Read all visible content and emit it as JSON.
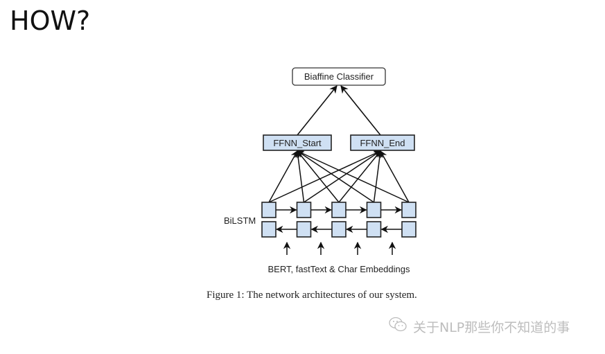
{
  "slide": {
    "title": "HOW?"
  },
  "figure": {
    "nodes": {
      "classifier": "Biaffine Classifier",
      "ffnn_start": "FFNN_Start",
      "ffnn_end": "FFNN_End",
      "bilstm_label": "BiLSTM",
      "embeddings_label": "BERT, fastText & Char Embeddings"
    },
    "bilstm_cells_per_row": 5,
    "input_arrows": 4,
    "caption": "Figure 1: The network architectures of our system.",
    "colors": {
      "cell_fill": "#cfe0f3",
      "stroke": "#111111",
      "classifier_fill": "#ffffff"
    }
  },
  "watermark": {
    "icon": "wechat-icon",
    "text": "关于NLP那些你不知道的事"
  }
}
